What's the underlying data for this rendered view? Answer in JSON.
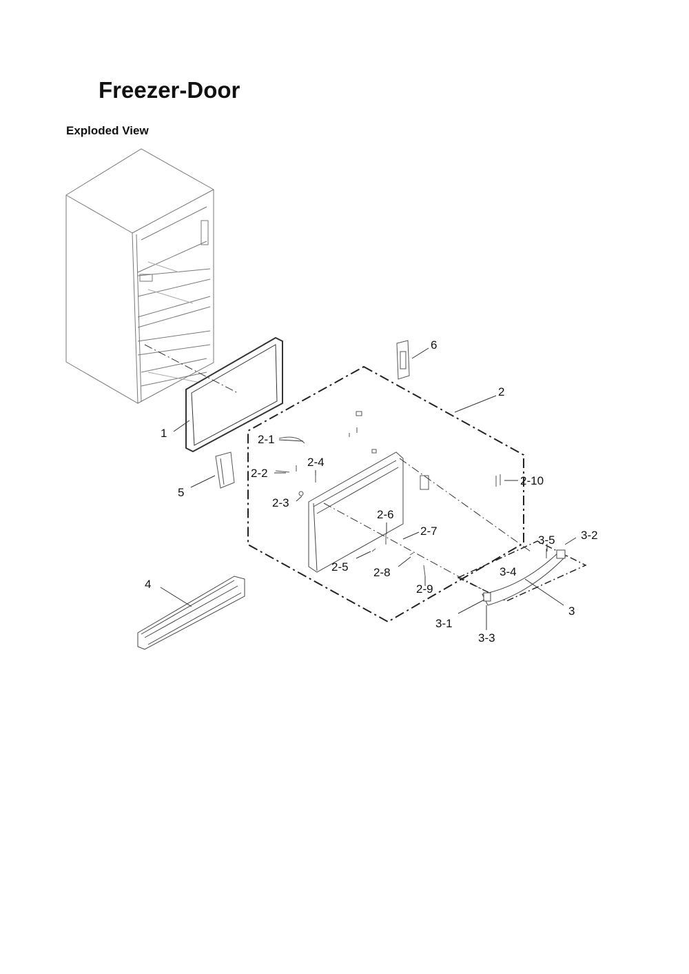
{
  "title": "Freezer-Door",
  "subtitle": "Exploded View",
  "callouts": {
    "p1": "1",
    "p2": "2",
    "p2_1": "2-1",
    "p2_2": "2-2",
    "p2_3": "2-3",
    "p2_4": "2-4",
    "p2_5": "2-5",
    "p2_6": "2-6",
    "p2_7": "2-7",
    "p2_8": "2-8",
    "p2_9": "2-9",
    "p2_10": "2-10",
    "p3": "3",
    "p3_1": "3-1",
    "p3_2": "3-2",
    "p3_3": "3-3",
    "p3_4": "3-4",
    "p3_5": "3-5",
    "p4": "4",
    "p5": "5",
    "p6": "6"
  }
}
